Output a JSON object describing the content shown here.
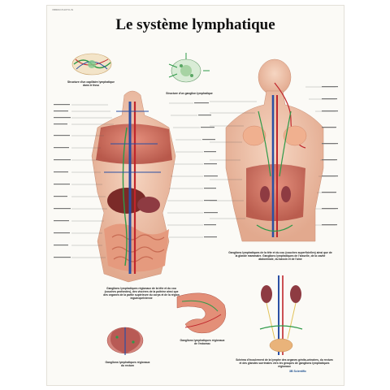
{
  "poster": {
    "code": "VB8063 PHOTO-IN",
    "title": "Le système lymphatique",
    "publisher": "3B Scientific"
  },
  "captions": {
    "capillary": "Structure d'un capillaire lymphatique dans le tissu",
    "node": "Structure d'un ganglion lymphatique",
    "torso_text": "Ganglions lymphatiques régionaux de la tête et du cou (couches profondes), des viscères de la poitrine ainsi que des organes de la partie supérieure du corps et de la région inguinopelvienne",
    "upper_text": "Ganglions lymphatiques de la tête et du cou (couches superficielles) ainsi que de la glande mammaire. Ganglions lymphatiques de l'aisselle, de la cavité abdominale, du bassin et de l'aine",
    "rectum": "Ganglions lymphatiques régionaux du rectum",
    "stomach": "Ganglions lymphatiques régionaux de l'estomac",
    "genital": "Schéma d'écoulement de la lymphe des organes génito-urinaires, du rectum et des glandes surrénales vers les groupes de ganglions lymphatiques régionaux"
  },
  "colors": {
    "lymph": "#2e9a48",
    "vein": "#2a4fa3",
    "artery": "#c0262c",
    "muscle": "#c9534a",
    "skin": "#f1c7ae"
  }
}
